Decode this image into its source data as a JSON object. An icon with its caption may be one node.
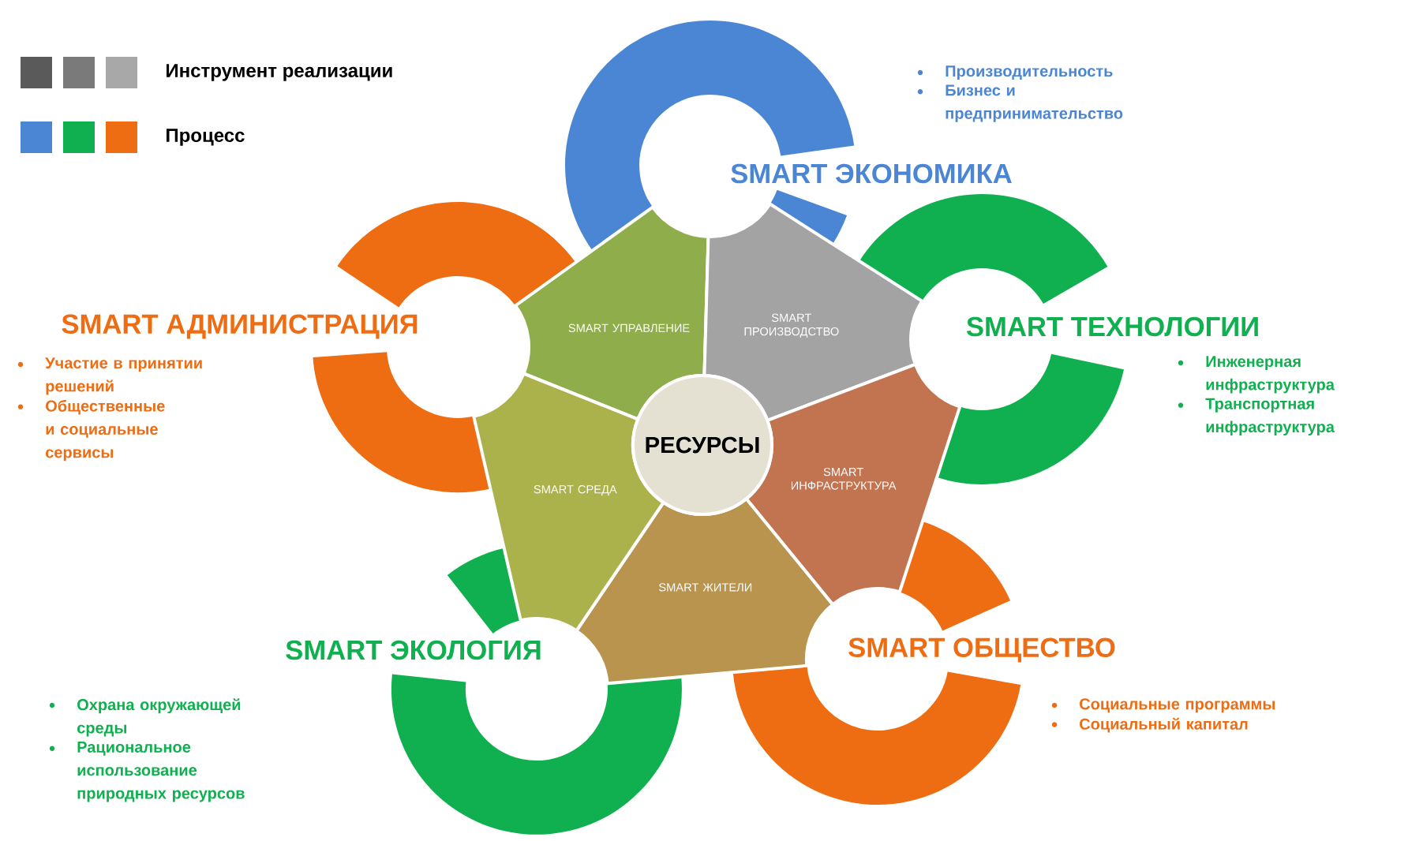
{
  "diagram": {
    "nodes": [
      {
        "text": [
          "РЕСУРСЫ"
        ]
      },
      {
        "text": [
          "SMART УПРАВЛЕНИЕ"
        ]
      },
      {
        "text": [
          "SMART ПРОИЗВОДСТВО"
        ]
      },
      {
        "text": [
          "SMART ИНФРАСТРУКТУРА"
        ]
      },
      {
        "text": [
          "SMART ЖИТЕЛИ"
        ]
      },
      {
        "text": [
          "SMART СРЕДА"
        ]
      },
      {
        "text": [
          "Производительность",
          "Бизнес и предпринимательство",
          "SMART ЭКОНОМИКА"
        ]
      },
      {
        "text": [
          "SMART ТЕХНОЛОГИИ",
          "Инженерная инфраструктура",
          "Транспортная инфраструктура"
        ]
      },
      {
        "text": [
          "SMART ОБЩЕСТВО",
          "Социальные программы",
          "Социальный капитал"
        ]
      },
      {
        "text": [
          "SMART ЭКОЛОГИЯ",
          "Охрана окружающей среды",
          "Рациональное использование природных ресурсов"
        ]
      },
      {
        "text": [
          "SMART АДМИНИСТРАЦИЯ",
          "Участие в принятии решений",
          "Общественные и социальные сервисы"
        ]
      }
    ],
    "legend": [
      {
        "text": "Инструмент реализации",
        "color": "#5a5a5a"
      },
      {
        "text": "Процесс",
        "color": "#4a86d4"
      }
    ]
  }
}
